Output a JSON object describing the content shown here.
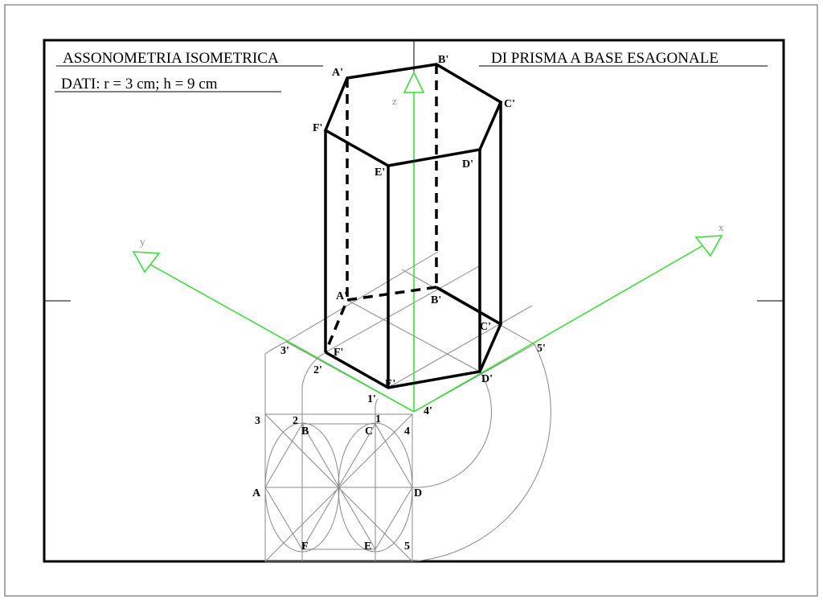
{
  "title_left": "ASSONOMETRIA ISOMETRICA",
  "title_right": "DI PRISMA A BASE ESAGONALE",
  "data_line": "DATI: r = 3 cm; h = 9 cm",
  "axes": {
    "x": "x",
    "y": "y",
    "z": "z",
    "color": "#33dd33"
  },
  "top_vertices": [
    "A'",
    "B'",
    "C'",
    "D'",
    "E'",
    "F'"
  ],
  "base_vertices": [
    "A'",
    "B'",
    "C'",
    "D'",
    "E'",
    "F'"
  ],
  "plan_vertices": [
    "A",
    "B",
    "C",
    "D",
    "E",
    "F"
  ],
  "construction_points": [
    "1",
    "2",
    "3",
    "4",
    "5",
    "1'",
    "2'",
    "3'",
    "4'",
    "5'"
  ]
}
